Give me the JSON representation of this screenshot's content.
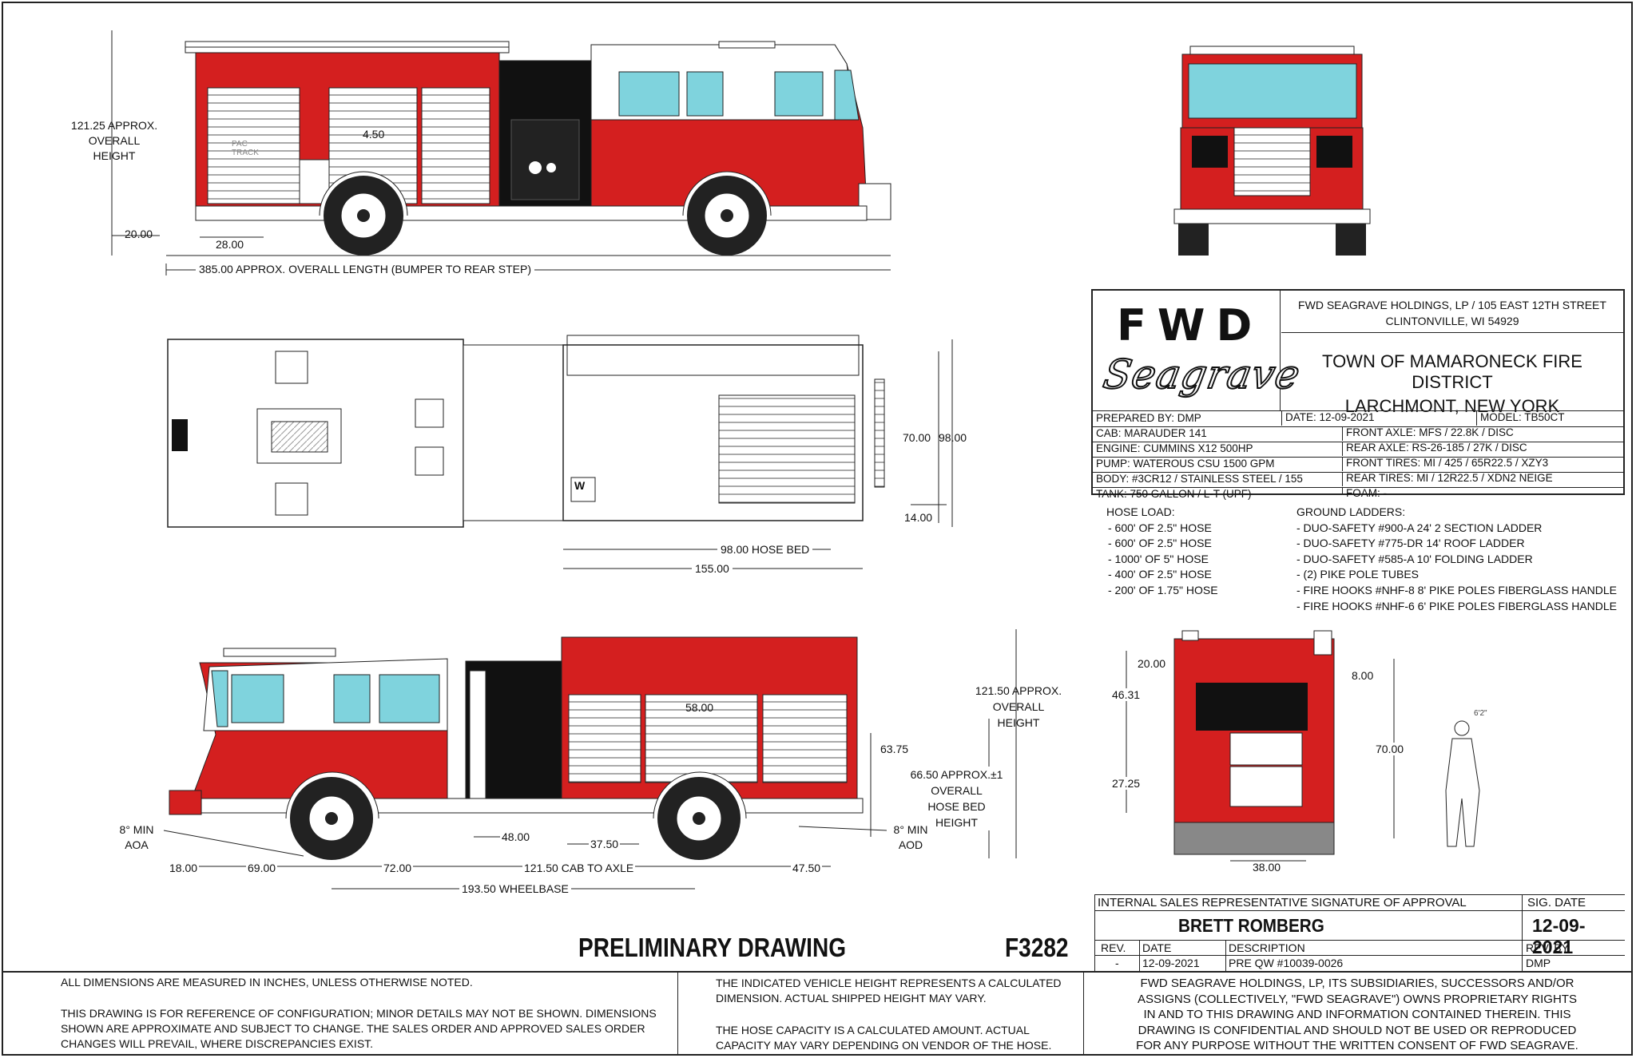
{
  "side_view_top": {
    "height_label": [
      "121.25 APPROX.",
      "OVERALL",
      "HEIGHT"
    ],
    "dim_20": "20.00",
    "dim_28": "28.00",
    "length_label": "385.00 APPROX. OVERALL LENGTH (BUMPER TO REAR STEP)",
    "decal_pac": "PAC",
    "decal_track": "TRACK",
    "decal_val": "4.50"
  },
  "plan_view": {
    "dim_70": "70.00",
    "dim_98": "98.00",
    "dim_14": "14.00",
    "hose_bed": "98.00 HOSE BED",
    "dim_155": "155.00",
    "w_marker": "W"
  },
  "side_view_bottom": {
    "height_label": [
      "121.50 APPROX.",
      "OVERALL",
      "HEIGHT"
    ],
    "hosebed_label": [
      "66.50 APPROX.±1",
      "OVERALL",
      "HOSE BED",
      "HEIGHT"
    ],
    "dim_63": "63.75",
    "dim_58": "58.00",
    "aoa": [
      "8° MIN",
      "AOA"
    ],
    "aod": [
      "8° MIN",
      "AOD"
    ],
    "dim_18": "18.00",
    "dim_69": "69.00",
    "dim_72": "72.00",
    "cab_to_axle": "121.50 CAB TO AXLE",
    "dim_48": "48.00",
    "dim_37": "37.50",
    "dim_47": "47.50",
    "wheelbase": "193.50 WHEELBASE"
  },
  "rear_view": {
    "dim_20": "20.00",
    "dim_46": "46.31",
    "dim_27": "27.25",
    "dim_8": "8.00",
    "dim_70": "70.00",
    "dim_38": "38.00",
    "person_height": "6'2\""
  },
  "title_block": {
    "logo_top": "FWD",
    "logo_script": "Seagrave",
    "company": [
      "FWD SEAGRAVE HOLDINGS, LP / 105 EAST 12TH STREET",
      "CLINTONVILLE, WI 54929"
    ],
    "client": [
      "TOWN OF MAMARONECK FIRE DISTRICT",
      "LARCHMONT, NEW YORK"
    ],
    "prepared_by": "PREPARED BY:  DMP",
    "date": "DATE:  12-09-2021",
    "model": "MODEL: TB50CT",
    "specs_left": [
      "CAB:  MARAUDER  141",
      "ENGINE:  CUMMINS X12 500HP",
      "PUMP:  WATEROUS CSU 1500 GPM",
      "BODY:  #3CR12 / STAINLESS STEEL / 155",
      "TANK:  750 GALLON / L-T (UPF)"
    ],
    "specs_right": [
      "FRONT AXLE:  MFS / 22.8K / DISC",
      "REAR AXLE:  RS-26-185 / 27K / DISC",
      "FRONT TIRES:  MI / 425 / 65R22.5 / XZY3",
      "REAR TIRES:  MI / 12R22.5 / XDN2 NEIGE",
      "FOAM:  -"
    ]
  },
  "hose_load": {
    "title": "HOSE LOAD:",
    "items": [
      "- 600' OF 2.5\" HOSE",
      "- 600' OF 2.5\" HOSE",
      "- 1000' OF 5\" HOSE",
      "- 400' OF 2.5\" HOSE",
      "- 200' OF 1.75\" HOSE"
    ]
  },
  "ground_ladders": {
    "title": "GROUND LADDERS:",
    "items": [
      "- DUO-SAFETY #900-A 24' 2 SECTION LADDER",
      "- DUO-SAFETY #775-DR 14' ROOF LADDER",
      "- DUO-SAFETY #585-A 10' FOLDING LADDER",
      "- (2) PIKE POLE TUBES",
      "- FIRE HOOKS #NHF-8 8' PIKE POLES FIBERGLASS HANDLE",
      "- FIRE HOOKS #NHF-6 6' PIKE POLES FIBERGLASS HANDLE"
    ]
  },
  "signature": {
    "header": "INTERNAL SALES REPRESENTATIVE SIGNATURE OF APPROVAL",
    "sig_date_header": "SIG. DATE",
    "name": "BRETT ROMBERG",
    "sig_date": "12-09-2021",
    "rev_header": "REV.",
    "date_header": "DATE",
    "desc_header": "DESCRIPTION",
    "revby_header": "REV. BY",
    "rev": "-",
    "rev_date": "12-09-2021",
    "rev_desc": "PRE QW #10039-0026",
    "rev_by": "DMP"
  },
  "preliminary": "PRELIMINARY DRAWING",
  "drawing_no": "F3282",
  "notes_left": [
    "ALL DIMENSIONS ARE MEASURED IN INCHES, UNLESS OTHERWISE NOTED.",
    "THIS DRAWING IS FOR REFERENCE OF CONFIGURATION; MINOR DETAILS MAY NOT BE SHOWN.  DIMENSIONS",
    "SHOWN ARE APPROXIMATE AND SUBJECT TO CHANGE.  THE SALES ORDER AND APPROVED SALES ORDER",
    "CHANGES WILL PREVAIL, WHERE DISCREPANCIES EXIST."
  ],
  "notes_mid": [
    "THE INDICATED VEHICLE HEIGHT REPRESENTS A CALCULATED",
    "DIMENSION.  ACTUAL SHIPPED HEIGHT MAY VARY.",
    "THE HOSE CAPACITY IS A CALCULATED AMOUNT.  ACTUAL",
    "CAPACITY MAY VARY DEPENDING ON  VENDOR OF THE HOSE."
  ],
  "notes_right": [
    "FWD SEAGRAVE HOLDINGS, LP, ITS SUBSIDIARIES, SUCCESSORS AND/OR",
    "ASSIGNS (COLLECTIVELY, \"FWD SEAGRAVE\") OWNS PROPRIETARY RIGHTS",
    "IN AND TO THIS DRAWING AND INFORMATION CONTAINED THEREIN. THIS",
    "DRAWING IS CONFIDENTIAL AND SHOULD NOT BE USED OR REPRODUCED",
    "FOR ANY PURPOSE WITHOUT THE WRITTEN CONSENT OF  FWD SEAGRAVE."
  ],
  "colors": {
    "body_red": "#d41f1f",
    "glass": "#7fd3dd",
    "line": "#222222"
  }
}
